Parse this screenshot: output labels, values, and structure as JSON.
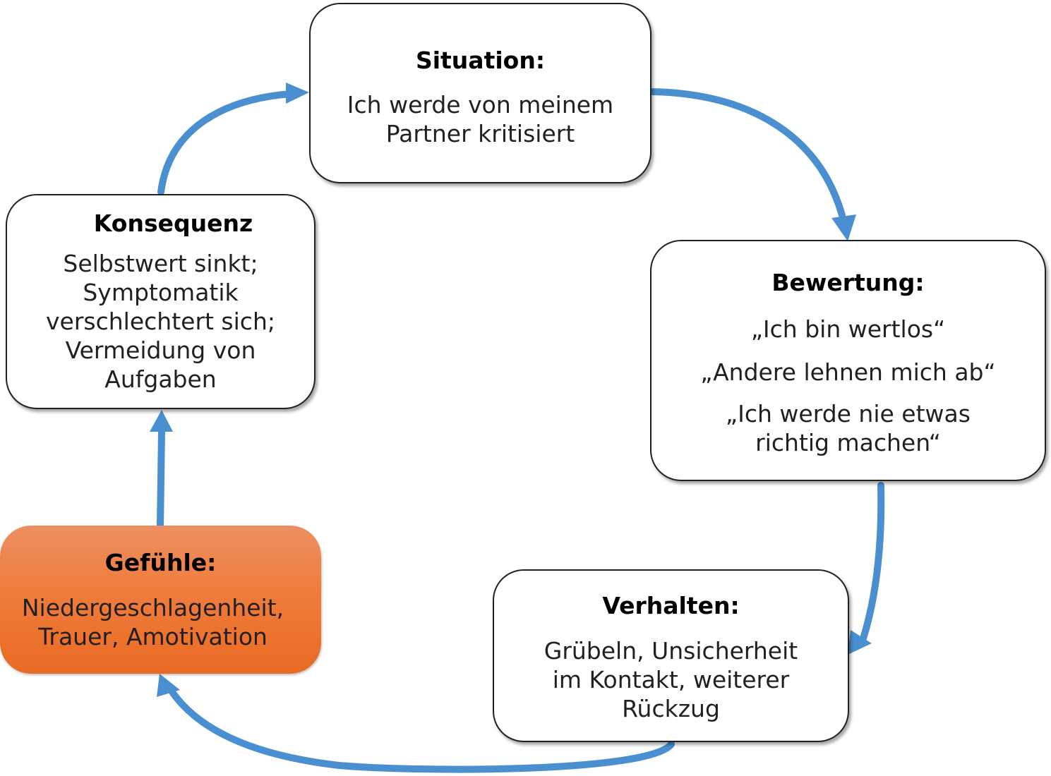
{
  "colors": {
    "arrow": "#4a90d0",
    "border": "#231f20",
    "highlight_box": "#ef7c3c"
  },
  "nodes": {
    "situation": {
      "title": "Situation:",
      "lines": [
        "Ich werde von meinem",
        "Partner kritisiert"
      ]
    },
    "bewertung": {
      "title": "Bewertung:",
      "quote1": "„Ich bin wertlos“",
      "quote2": "„Andere lehnen mich ab“",
      "quote3_lines": [
        "„Ich werde nie etwas",
        "richtig machen“"
      ]
    },
    "verhalten": {
      "title": "Verhalten:",
      "lines": [
        "Grübeln, Unsicherheit",
        "im Kontakt, weiterer",
        "Rückzug"
      ]
    },
    "gefuehle": {
      "title": "Gefühle:",
      "lines": [
        "Niedergeschlagenheit,",
        "Trauer, Amotivation"
      ]
    },
    "konsequenz": {
      "title": "Konsequenz",
      "lines": [
        "Selbstwert sinkt;",
        "Symptomatik",
        "verschlechtert sich;",
        "Vermeidung von",
        "Aufgaben"
      ]
    }
  },
  "edges": [
    {
      "from": "situation",
      "to": "bewertung"
    },
    {
      "from": "bewertung",
      "to": "verhalten"
    },
    {
      "from": "verhalten",
      "to": "gefuehle"
    },
    {
      "from": "gefuehle",
      "to": "konsequenz"
    },
    {
      "from": "konsequenz",
      "to": "situation"
    }
  ]
}
